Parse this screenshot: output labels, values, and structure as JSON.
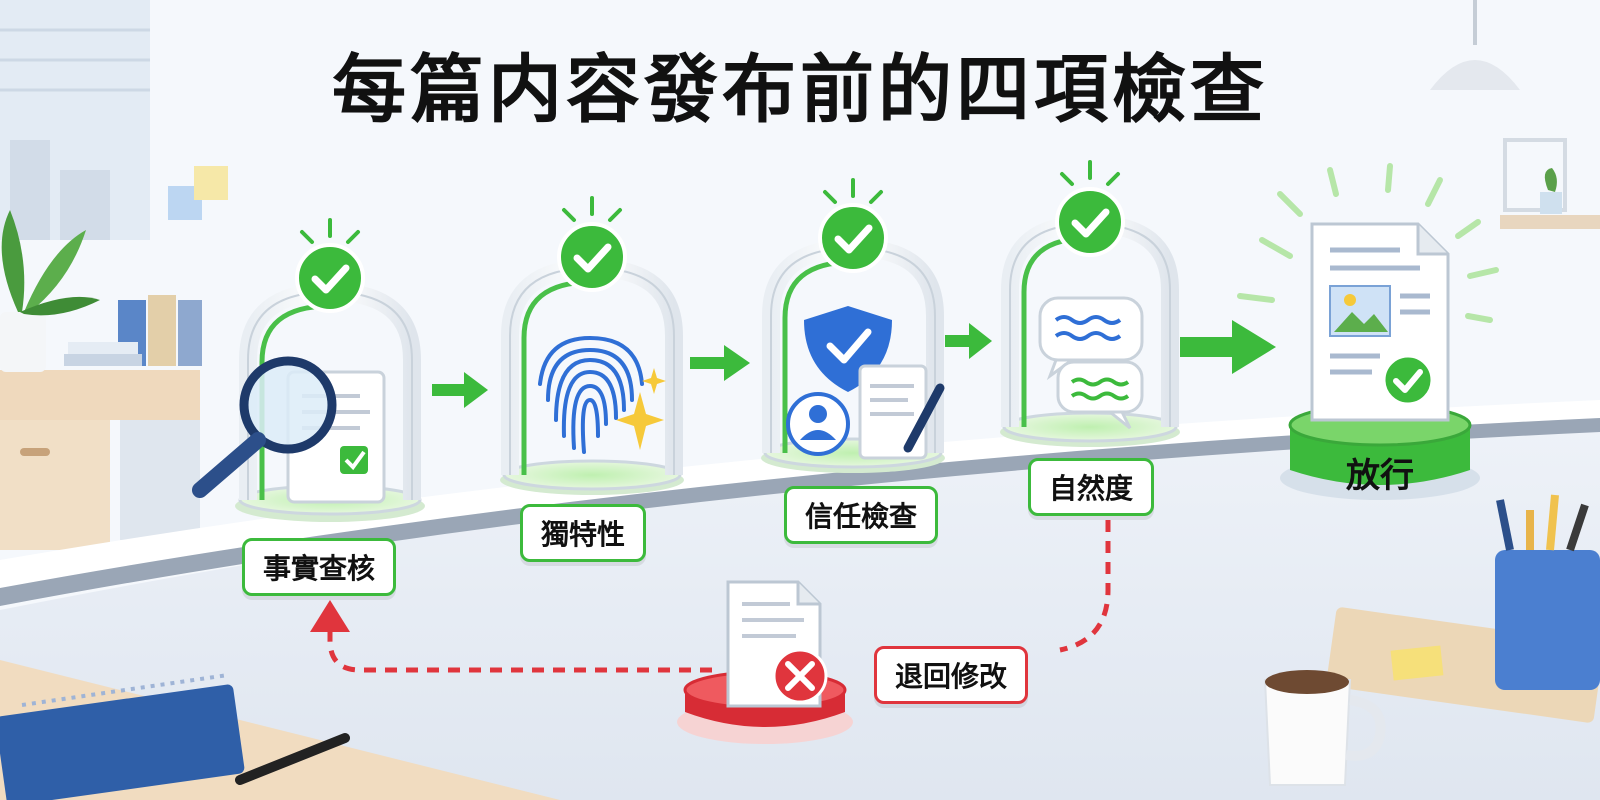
{
  "title": "每篇内容發布前的四項檢查",
  "steps": [
    {
      "label": "事實查核",
      "icon": "magnifier-document-icon",
      "status": "passed"
    },
    {
      "label": "獨特性",
      "icon": "fingerprint-icon",
      "status": "passed"
    },
    {
      "label": "信任檢查",
      "icon": "shield-document-icon",
      "status": "passed"
    },
    {
      "label": "自然度",
      "icon": "chat-bubbles-icon",
      "status": "passed"
    }
  ],
  "release": {
    "label": "放行",
    "icon": "approved-document-icon"
  },
  "reject": {
    "label": "退回修改",
    "icon": "rejected-document-icon"
  },
  "colors": {
    "pass_green": "#3cba3c",
    "reject_red": "#e0353d",
    "shield_blue": "#2f6fd6",
    "track": "#9aa6b6"
  }
}
